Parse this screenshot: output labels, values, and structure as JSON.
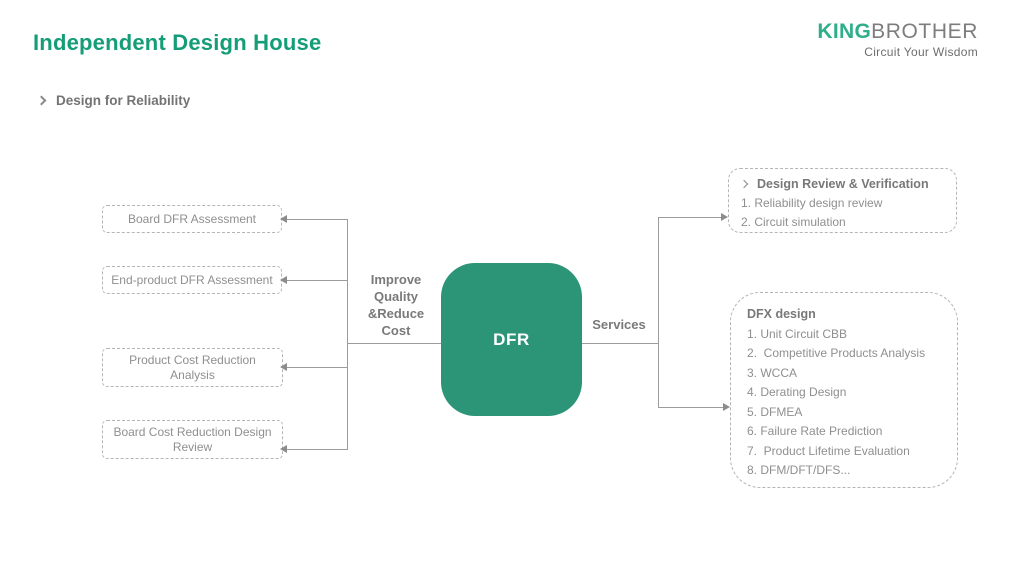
{
  "header": {
    "title": "Independent Design House",
    "subtitle": "Design for Reliability"
  },
  "logo": {
    "king": "KING",
    "brother": "BROTHER",
    "tagline": "Circuit Your Wisdom"
  },
  "diagram": {
    "left_boxes": [
      {
        "label": "Board DFR Assessment"
      },
      {
        "label": "End-product DFR Assessment"
      },
      {
        "label": "Product Cost Reduction Analysis"
      },
      {
        "label": "Board Cost Reduction Design Review"
      }
    ],
    "left_label_lines": [
      "Improve",
      "Quality",
      "&Reduce",
      "Cost"
    ],
    "center_label": "DFR",
    "right_label": "Services",
    "right_boxes": [
      {
        "title": "Design Review & Verification",
        "items": [
          "1. Reliability design review",
          "2. Circuit simulation"
        ]
      },
      {
        "title": "DFX design",
        "items": [
          "1. Unit Circuit CBB",
          "2.  Competitive Products Analysis",
          "3. WCCA",
          "4. Derating Design",
          "5. DFMEA",
          "6. Failure Rate Prediction",
          "7.  Product Lifetime Evaluation",
          "8. DFM/DFT/DFS..."
        ]
      }
    ]
  },
  "colors": {
    "accent_green": "#149d77",
    "logo_green": "#2fae89",
    "box_green": "#2c9477",
    "text_gray": "#8f8f8f",
    "line_gray": "#9c9c9c"
  }
}
